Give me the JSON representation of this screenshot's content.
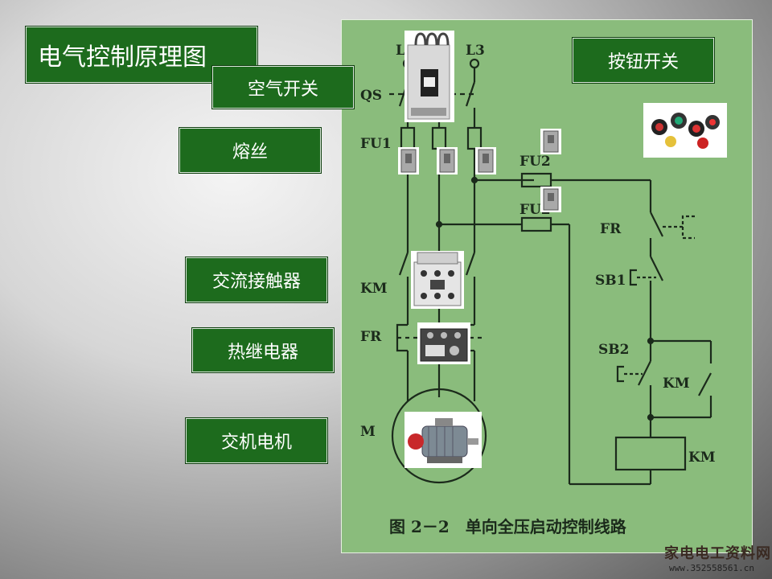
{
  "title": "电气控制原理图",
  "labels": {
    "air_switch": "空气开关",
    "fuse": "熔丝",
    "contactor": "交流接触器",
    "thermal_relay": "热继电器",
    "motor": "交机电机",
    "push_button": "按钮开关"
  },
  "diagram": {
    "caption": "图 2－2　单向全压启动控制线路",
    "terminals": [
      "L",
      "L3"
    ],
    "symbols": {
      "qs": "QS",
      "fu1": "FU1",
      "fu2_top": "FU2",
      "fu2_bottom": "FU2",
      "km_main": "KM",
      "fr_main": "FR",
      "motor": "M",
      "fr_ctrl": "FR",
      "sb1": "SB1",
      "sb2": "SB2",
      "km_aux": "KM",
      "km_coil": "KM"
    }
  },
  "watermark": {
    "name": "家电电工资料网",
    "url": "www.352558561.cn"
  },
  "colors": {
    "label_bg": "#1d6b1d",
    "panel_bg": "#8abc7c",
    "line": "#1b2a1b"
  }
}
